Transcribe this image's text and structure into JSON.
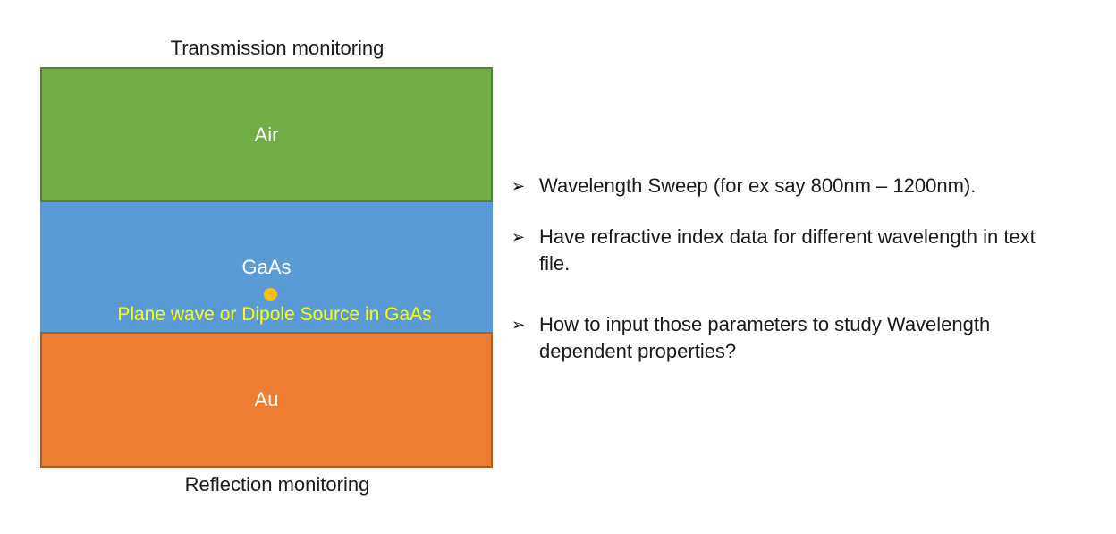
{
  "diagram": {
    "top_caption": "Transmission monitoring",
    "bottom_caption": "Reflection monitoring",
    "layers": [
      {
        "label": "Air",
        "fill": "#70AD47",
        "border": "#548235"
      },
      {
        "label": "GaAs",
        "fill": "#5B9BD5",
        "border": "#5B9BD5"
      },
      {
        "label": "Au",
        "fill": "#ED7D31",
        "border": "#AE5A21"
      }
    ],
    "source": {
      "label": "Plane wave or Dipole Source in GaAs",
      "label_color": "#FFFF00",
      "dot_color": "#FFC000"
    },
    "label_color": "#FFFFFF"
  },
  "notes": {
    "bullet_glyph": "➢",
    "items": [
      {
        "lines": [
          "Wavelength Sweep (for ex say 800nm – 1200nm)."
        ]
      },
      {
        "lines": [
          "Have refractive index data for different wavelength in text",
          "file."
        ]
      },
      {
        "lines": [
          "How to input those parameters to study Wavelength",
          "dependent properties?"
        ]
      }
    ]
  },
  "text_color": "#1A1A1A",
  "background_color": "#FFFFFF"
}
